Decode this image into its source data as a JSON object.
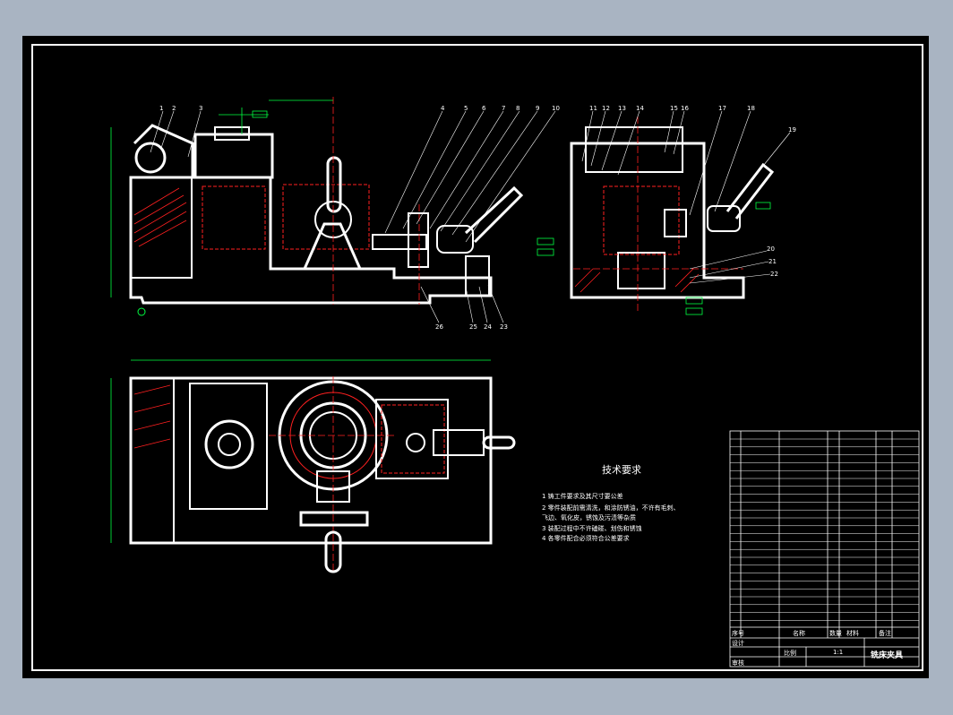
{
  "tech_requirements": {
    "title": "技术要求",
    "items": [
      "1  铸工件要求及其尺寸要公差",
      "2  零件装配前需清洗，和涂防锈油，不许有毛刺、",
      "   飞边、氧化皮，锈蚀及污渍等杂质",
      "3  装配过程中不许磕碰、划伤和锈蚀",
      "4  各零件配合必须符合公差要求"
    ]
  },
  "title_block": {
    "title": "铣床夹具",
    "scale_label": "比例",
    "scale_value": "1:1",
    "design_label": "设计",
    "check_label": "审核",
    "no_label": "序号",
    "name_label": "名称",
    "qty_label": "数量",
    "material_label": "材料",
    "note_label": "备注"
  },
  "balloon_numbers_front": [
    "1",
    "2",
    "3",
    "4",
    "5",
    "6",
    "7",
    "8",
    "9",
    "10",
    "26",
    "25",
    "24",
    "23"
  ],
  "balloon_numbers_side": [
    "11",
    "12",
    "13",
    "14",
    "15",
    "16",
    "17",
    "18",
    "19",
    "20",
    "21",
    "22"
  ],
  "colors": {
    "background_frame": "#a9b4c2",
    "drawing_bg": "#000000",
    "outline": "#ffffff",
    "hidden": "#ff2020",
    "center": "#ff2020",
    "dimension": "#00ff40",
    "hatch": "#ff2020"
  }
}
